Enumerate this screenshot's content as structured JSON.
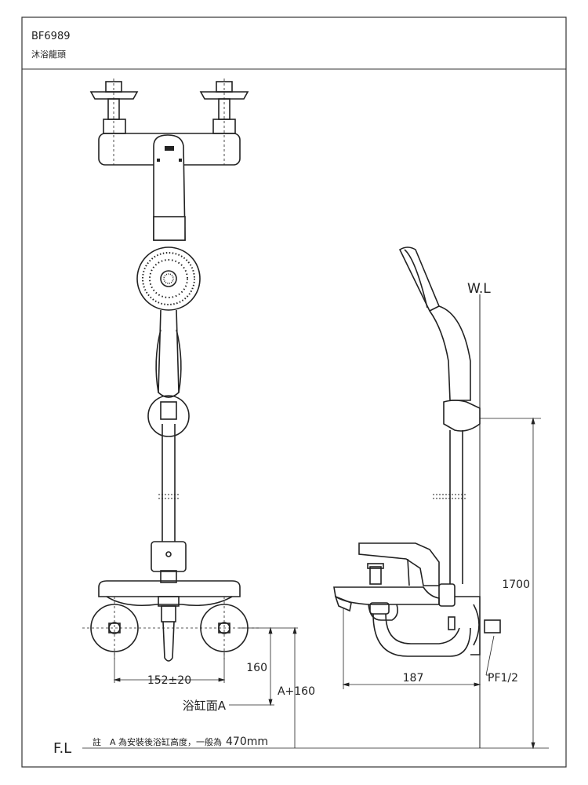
{
  "title_block": {
    "model": "BF6989",
    "name": "沐浴龍頭"
  },
  "labels": {
    "water_line": "W.L",
    "floor_line": "F.L",
    "bathtub_surface": "浴缸面A",
    "pipe_thread": "PF1/2"
  },
  "dimensions": {
    "inlet_spacing": "152±20",
    "wall_height": "160",
    "height_from_floor": "A+160",
    "spout_projection": "187",
    "total_height": "1700"
  },
  "note": {
    "prefix": "註",
    "text": "A 為安裝後浴缸高度，一般為",
    "value": "470mm"
  },
  "colors": {
    "line": "#222222",
    "frame": "#333333",
    "background": "#ffffff"
  }
}
